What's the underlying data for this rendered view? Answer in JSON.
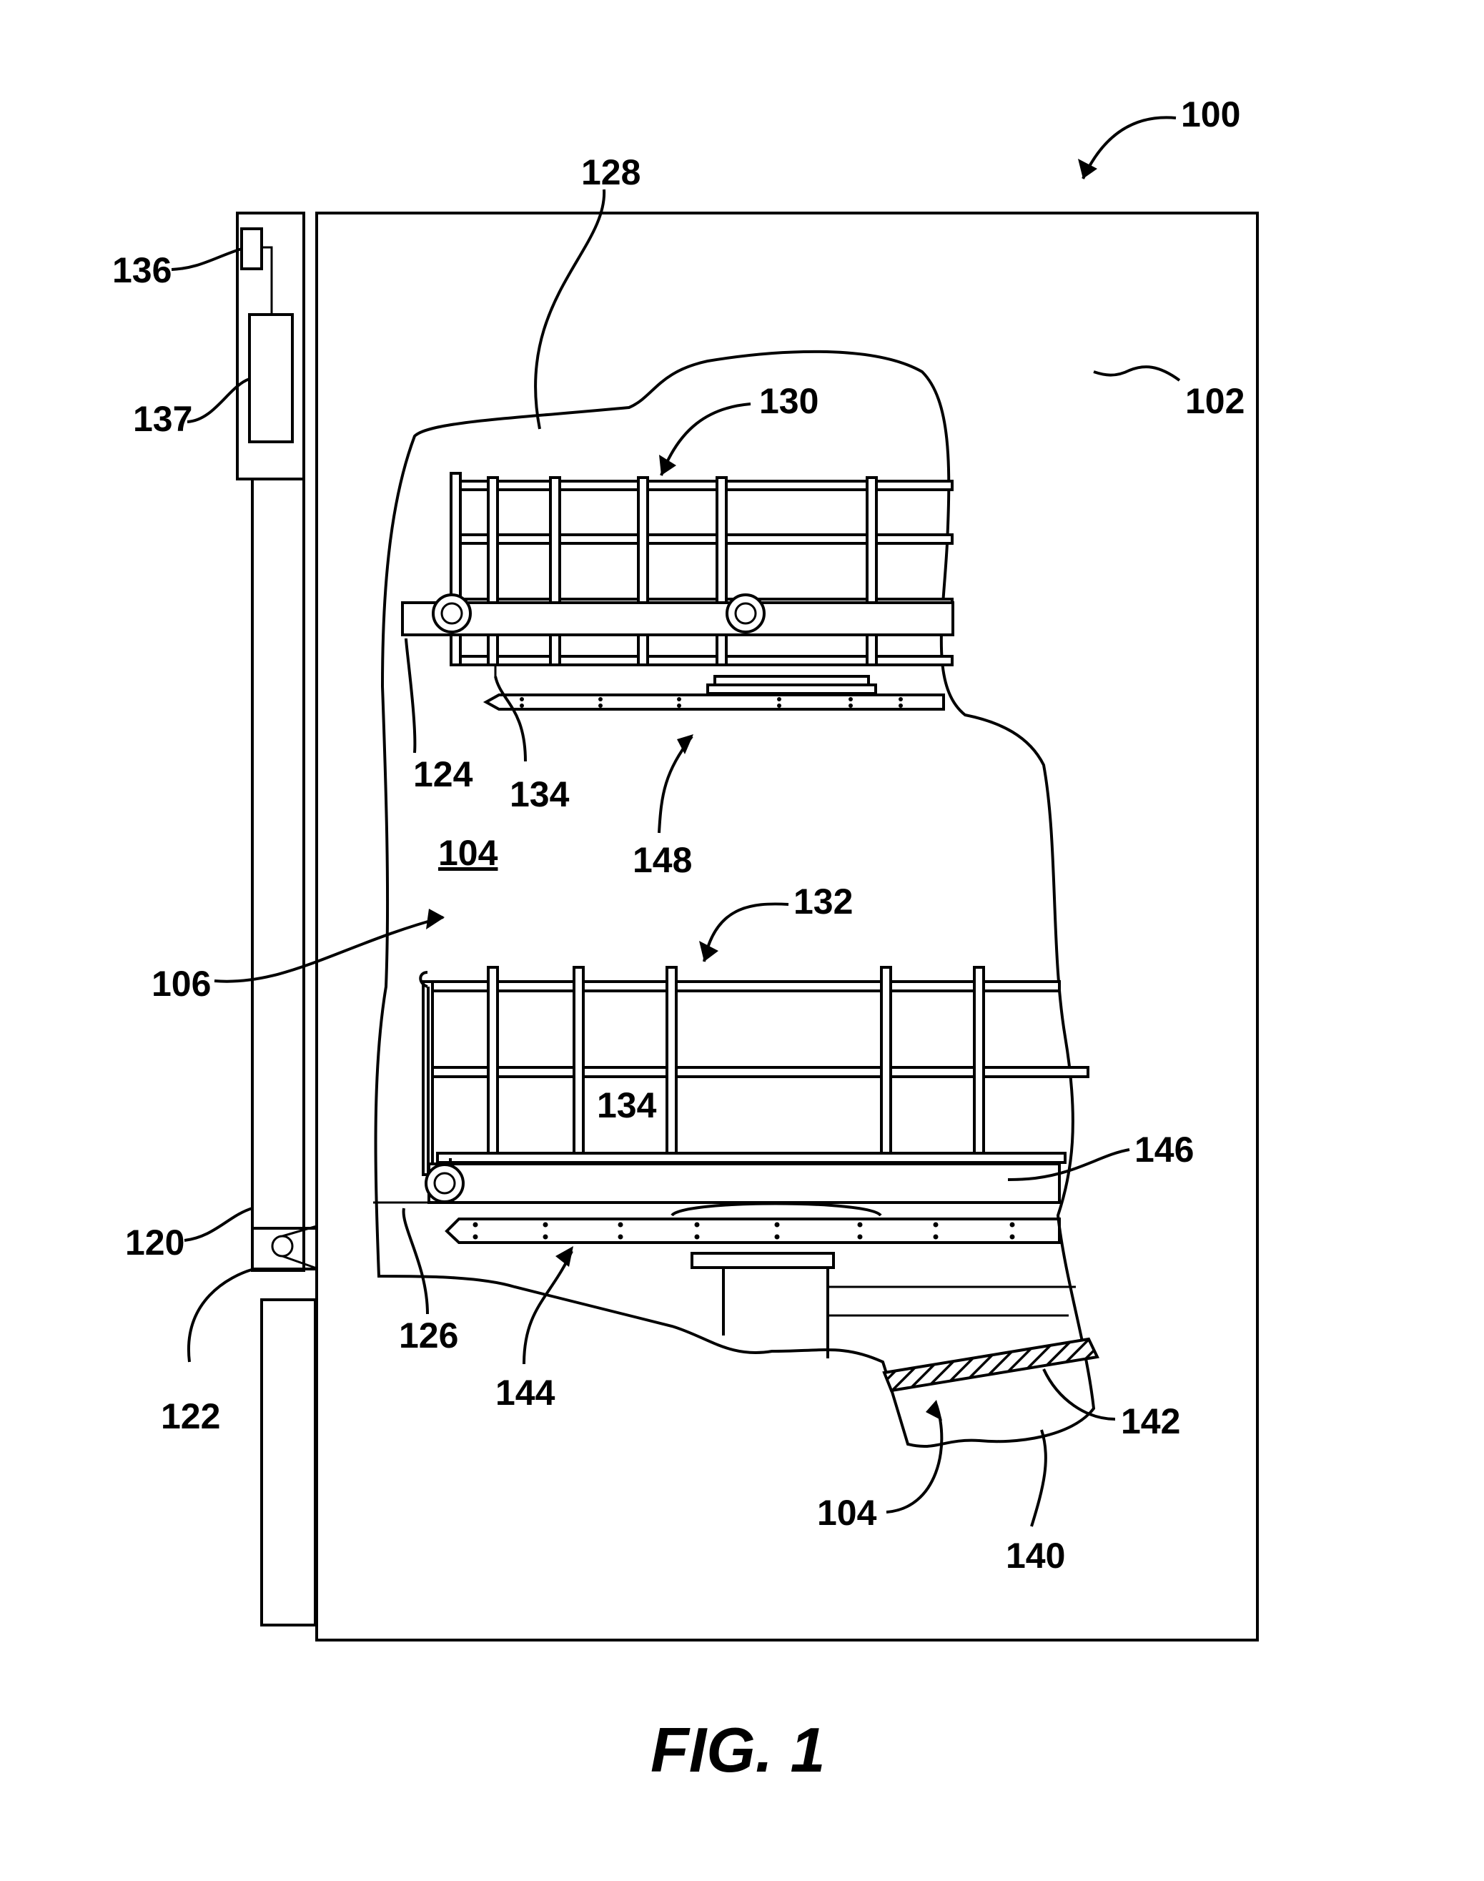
{
  "figure": {
    "caption": "FIG. 1",
    "labels": {
      "dishwasher": "100",
      "cabinet": "102",
      "tub": "104",
      "tub_lower": "104",
      "chamber": "106",
      "door": "120",
      "hinge": "122",
      "upper_guide": "124",
      "lower_guide": "126",
      "wall": "128",
      "upper_rack": "130",
      "lower_rack": "132",
      "rollers_upper": "134",
      "rollers_lower": "134",
      "controls": "136",
      "controller": "137",
      "sump": "140",
      "filter": "142",
      "lower_spray": "144",
      "lower_spray_support": "146",
      "mid_spray": "148"
    }
  }
}
